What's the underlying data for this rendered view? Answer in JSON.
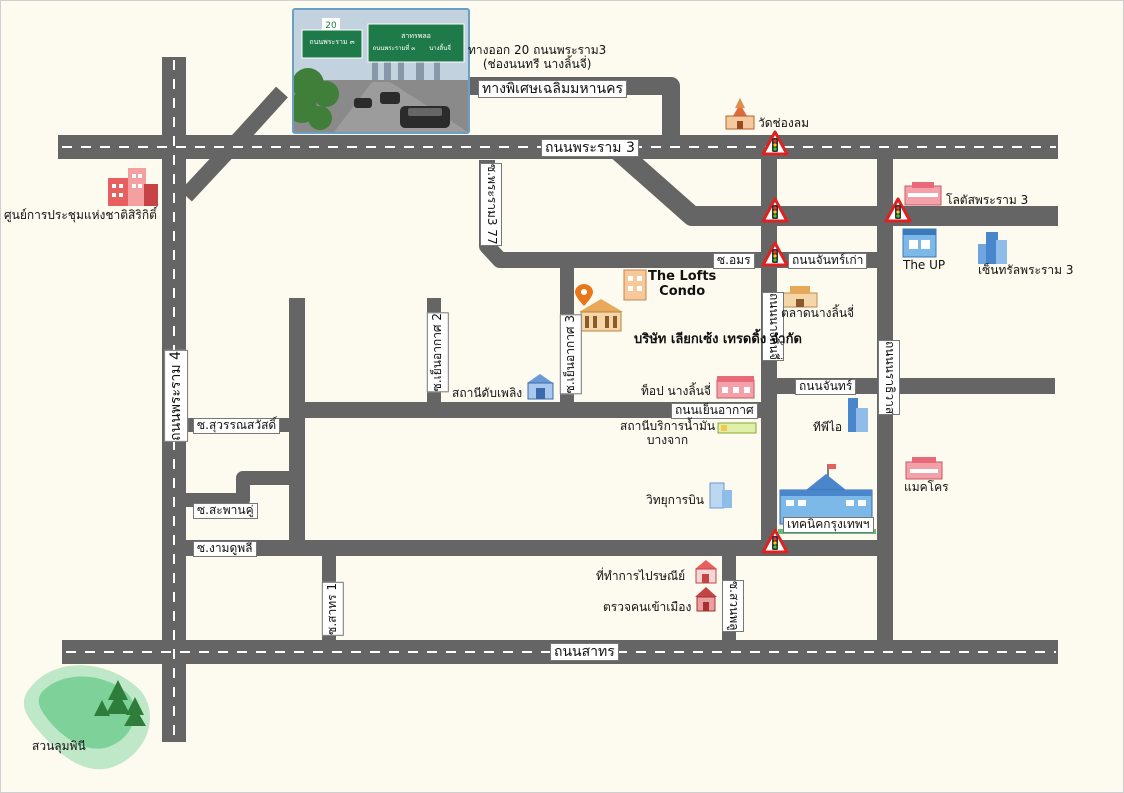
{
  "roads": {
    "rama3": "ถนนพระราม 3",
    "expressway": "ทางพิเศษเฉลิมมหานคร",
    "exit": "ทางออก 20 ถนนพระราม3",
    "exit_sub": "(ช่องนนทรี นางลิ้นจี่)",
    "rama4": "ถนนพระราม 4",
    "sathorn": "ถนนสาทร",
    "rama3_77": "ซ.พระราม3 77",
    "soi_amorn": "ซ.อมร",
    "chan_kao": "ถนนจันทร์เก่า",
    "nanglinchee": "ถนนนางลิ้นจี่",
    "narathiwas": "ถนนนราธิวาส",
    "chan": "ถนนจันทร์",
    "yen_akat": "ถนนเย็นอากาศ",
    "yen_akat_2": "ซ.เย็นอากาศ 2",
    "yen_akat_3": "ซ.เย็นอากาศ 3",
    "suwansawat": "ซ.สุวรรณสวัสดิ์",
    "saphan_khu": "ซ.สะพานคู่",
    "ngam_duphli": "ซ.งามดูพลี",
    "sathorn_1": "ซ.สาทร 1",
    "suan_phlu": "ซ.สวนพลู"
  },
  "places": {
    "wat": "วัดช่องลม",
    "lotus": "โลตัสพระราม 3",
    "the_up": "The UP",
    "central": "เซ็นทรัลพระราม 3",
    "sirikit": "ศูนย์การประชุมแห่งชาติสิริกิติ์",
    "lofts_1": "The Lofts",
    "lofts_2": "Condo",
    "company": "บริษัท เลียกเซ้ง เทรดดิ้ง จำกัด",
    "market": "ตลาดนางลิ้นจี่",
    "fire": "สถานีดับเพลิง",
    "tops": "ท็อป นางลิ้นจี่",
    "gas_1": "สถานีบริการน้ำมัน",
    "gas_2": "บางจาก",
    "tpi": "ทีพีไอ",
    "makro": "แมคโคร",
    "aero": "วิทยุการบิน",
    "tech": "เทคนิคกรุงเทพฯ",
    "post": "ที่ทำการไปรษณีย์",
    "immig": "ตรวจคนเข้าเมือง",
    "park": "สวนลุมพินี"
  },
  "photo_sign": {
    "num": "20",
    "left": "ถนนพระราม ๓",
    "right": "สาทรพลอ",
    "r2": "ถนนพระรามที่ ๓",
    "r3": "นางลิ้นจี่"
  },
  "colors": {
    "road": "#656565",
    "dash": "#ffffff",
    "bg": "#fdfaef",
    "sign_green": "#1f7a4a"
  }
}
